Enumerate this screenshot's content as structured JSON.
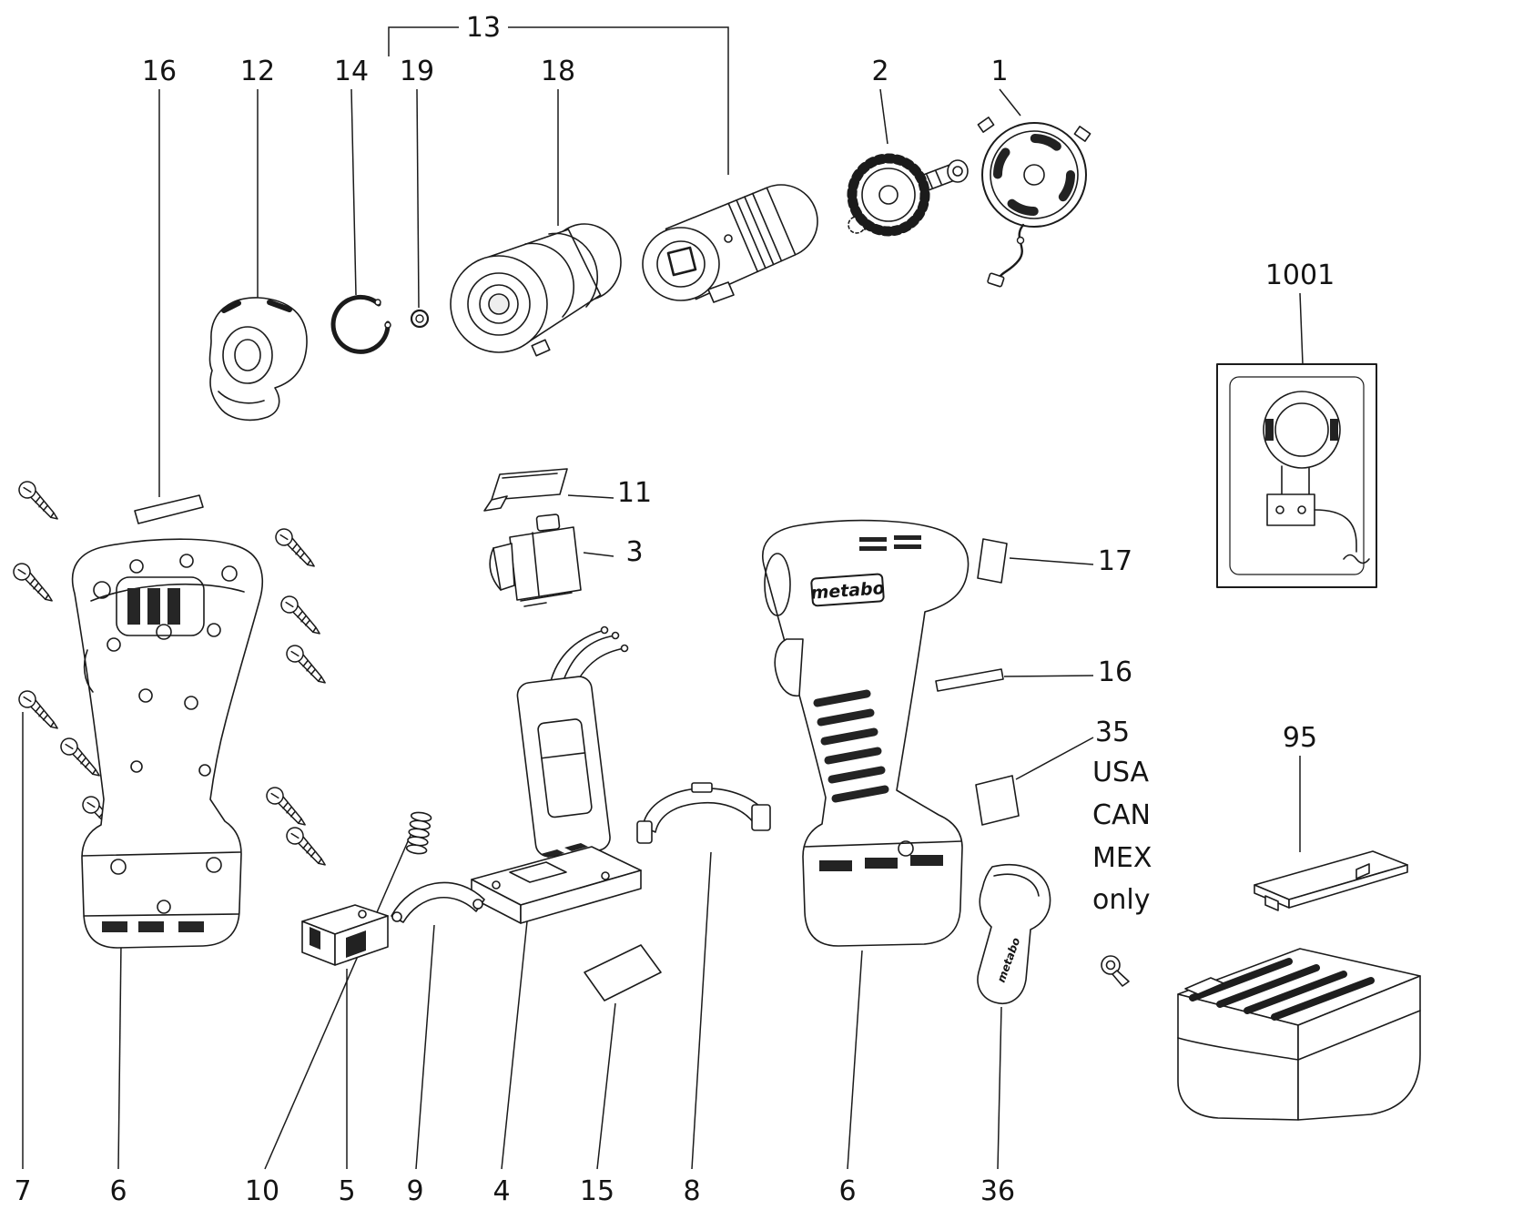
{
  "diagram": {
    "type": "exploded-parts-diagram",
    "subject": "cordless impact driver spare parts",
    "background": "#ffffff",
    "ink_color": "#1b1b1b"
  },
  "brand": {
    "housing_logo": "metabo",
    "clip_logo": "metabo"
  },
  "callouts": {
    "c13": "13",
    "c16_top": "16",
    "c12": "12",
    "c14": "14",
    "c19": "19",
    "c18": "18",
    "c2": "2",
    "c1": "1",
    "c1001": "1001",
    "c11": "11",
    "c3": "3",
    "c17": "17",
    "c16_right": "16",
    "c35": "35",
    "c95": "95",
    "c7": "7",
    "c6_left": "6",
    "c10": "10",
    "c5": "5",
    "c9": "9",
    "c4": "4",
    "c15": "15",
    "c8": "8",
    "c6_right": "6",
    "c36": "36"
  },
  "notes": {
    "region": [
      "USA",
      "CAN",
      "MEX",
      "only"
    ]
  }
}
